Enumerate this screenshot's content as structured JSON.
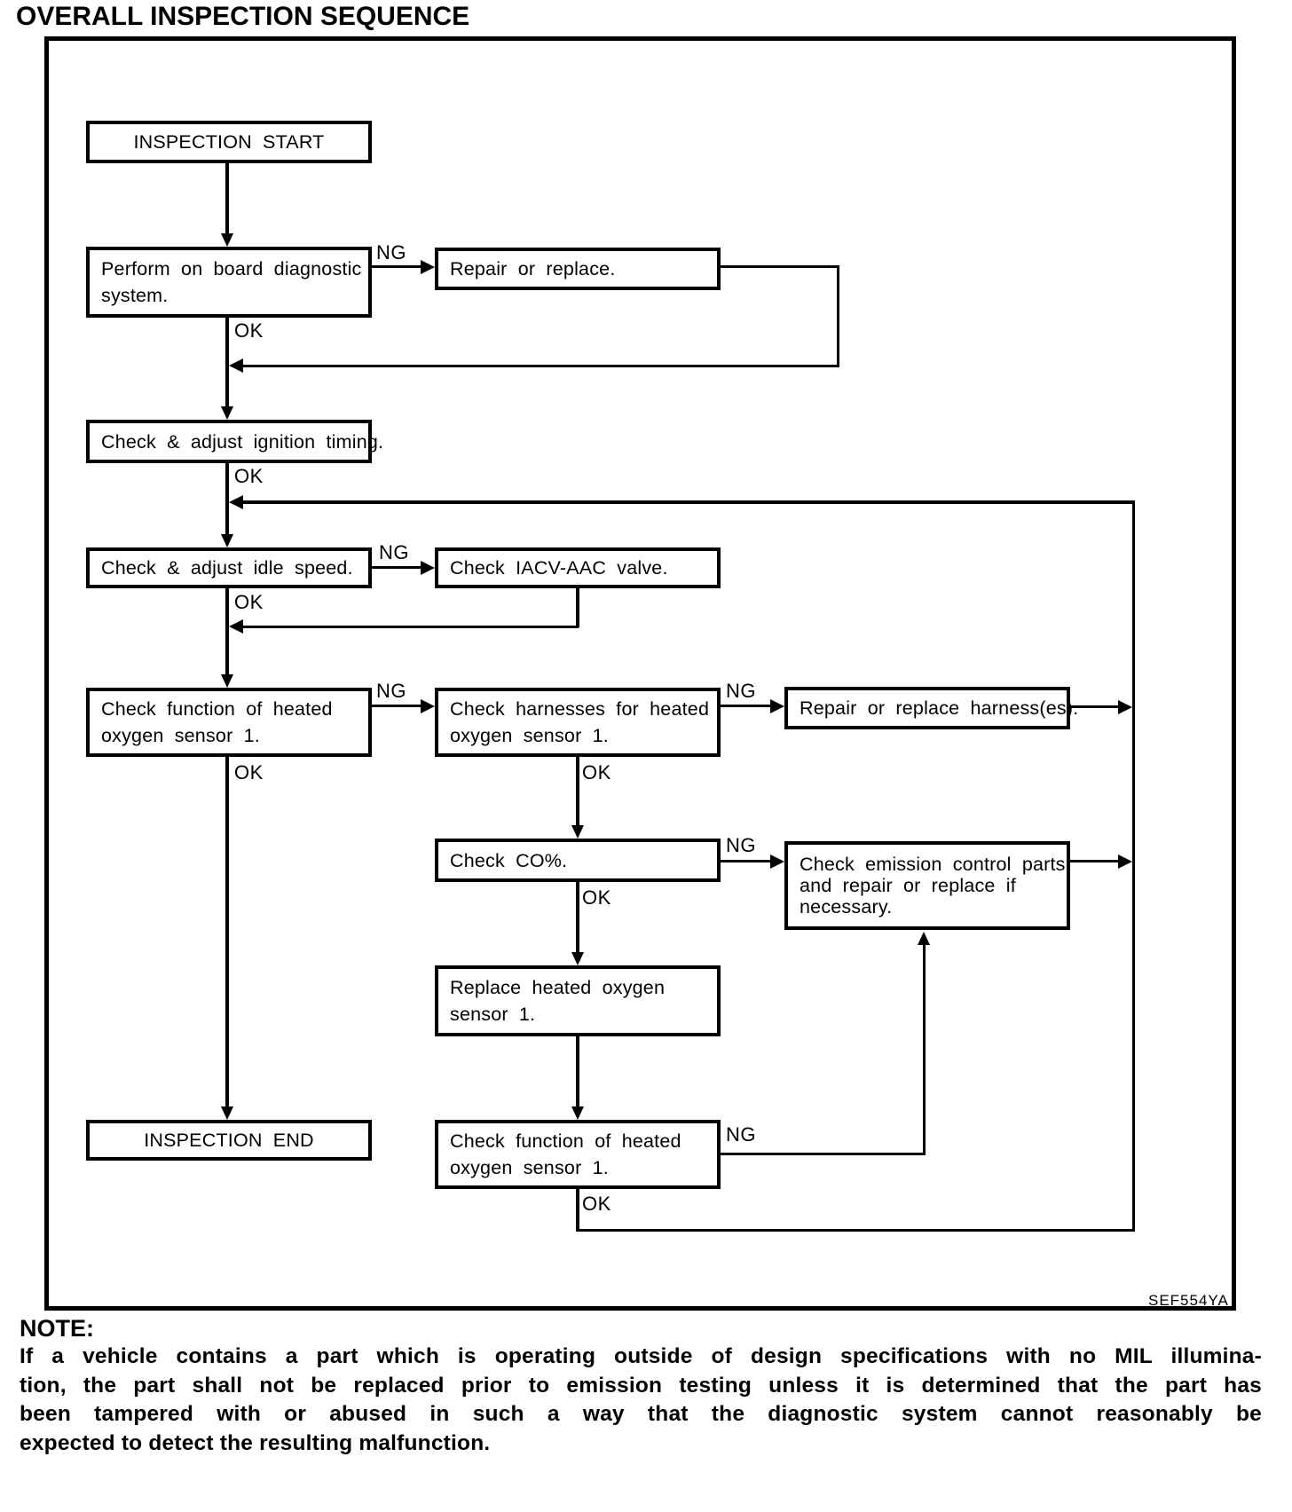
{
  "title": "OVERALL INSPECTION SEQUENCE",
  "figure_code": "SEF554YA",
  "labels": {
    "ng": "NG",
    "ok": "OK"
  },
  "nodes": {
    "start": {
      "label": "INSPECTION START"
    },
    "obd": {
      "line1": "Perform on board diagnostic",
      "line2": "system."
    },
    "repair": {
      "label": "Repair or replace."
    },
    "ignition": {
      "label": "Check & adjust ignition timing."
    },
    "idle": {
      "label": "Check & adjust idle speed."
    },
    "iacv": {
      "label": "Check IACV-AAC valve."
    },
    "fn1": {
      "line1": "Check function of heated",
      "line2": "oxygen sensor 1."
    },
    "harness": {
      "line1": "Check harnesses for heated",
      "line2": "oxygen sensor 1."
    },
    "rharness": {
      "label": "Repair or replace harness(es)."
    },
    "co": {
      "label": "Check CO%."
    },
    "emission": {
      "line1": "Check emission control parts",
      "line2": "and repair or replace if",
      "line3": "necessary."
    },
    "replace": {
      "line1": "Replace heated oxygen",
      "line2": "sensor 1."
    },
    "end": {
      "label": "INSPECTION END"
    },
    "fn2": {
      "line1": "Check function of heated",
      "line2": "oxygen sensor 1."
    }
  },
  "note": {
    "heading": "NOTE:",
    "lines": [
      "If a vehicle contains a part which is operating outside of design specifications with no MIL illumina-",
      "tion, the part shall not be replaced prior to emission testing unless it is determined that the part has",
      "been tampered with or abused in such a way that the diagnostic system cannot reasonably be",
      "expected to detect the resulting malfunction."
    ]
  }
}
